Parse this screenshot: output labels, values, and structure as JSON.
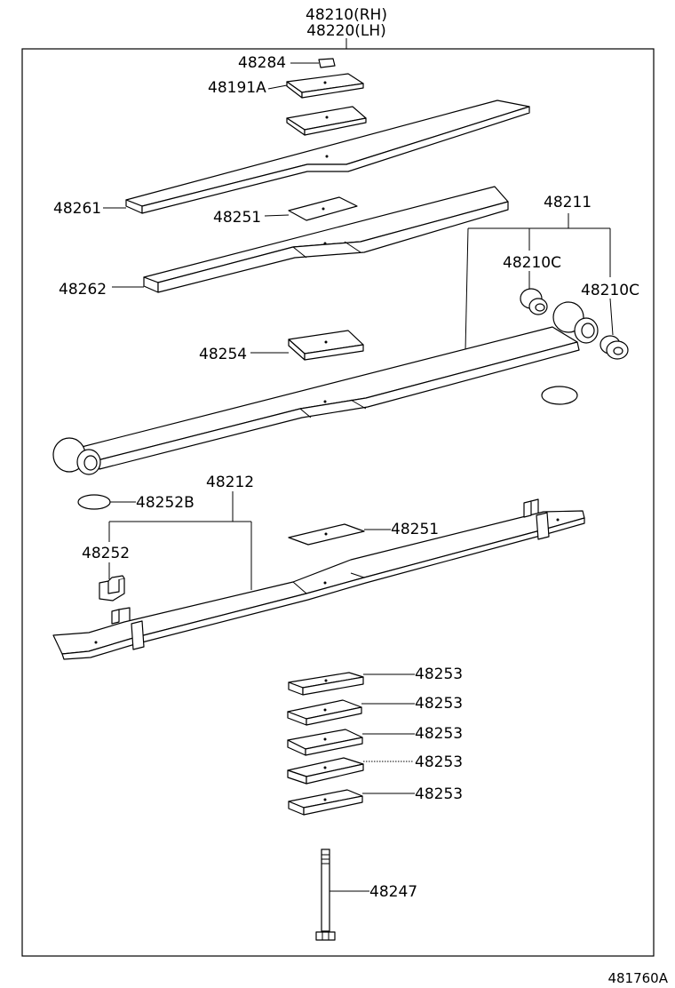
{
  "header": {
    "line1": "48210(RH)",
    "line2": "48220(LH)"
  },
  "figure_code": "481760A",
  "labels": {
    "nut": "48284",
    "seat_upper": "48191A",
    "leaf_top": "48261",
    "leaf_seat_1": "48251",
    "leaf_second": "48262",
    "spring_assy_front": "48211",
    "bushing_left": "48210C",
    "bushing_right": "48210C",
    "leaf_seat_2": "48254",
    "helper_assy": "48212",
    "leaf_clip_washer": "48252B",
    "leaf_clip": "48252",
    "leaf_seat_3": "48251",
    "spacer_1": "48253",
    "spacer_2": "48253",
    "spacer_3": "48253",
    "spacer_4": "48253",
    "spacer_5": "48253",
    "center_bolt": "48247"
  }
}
